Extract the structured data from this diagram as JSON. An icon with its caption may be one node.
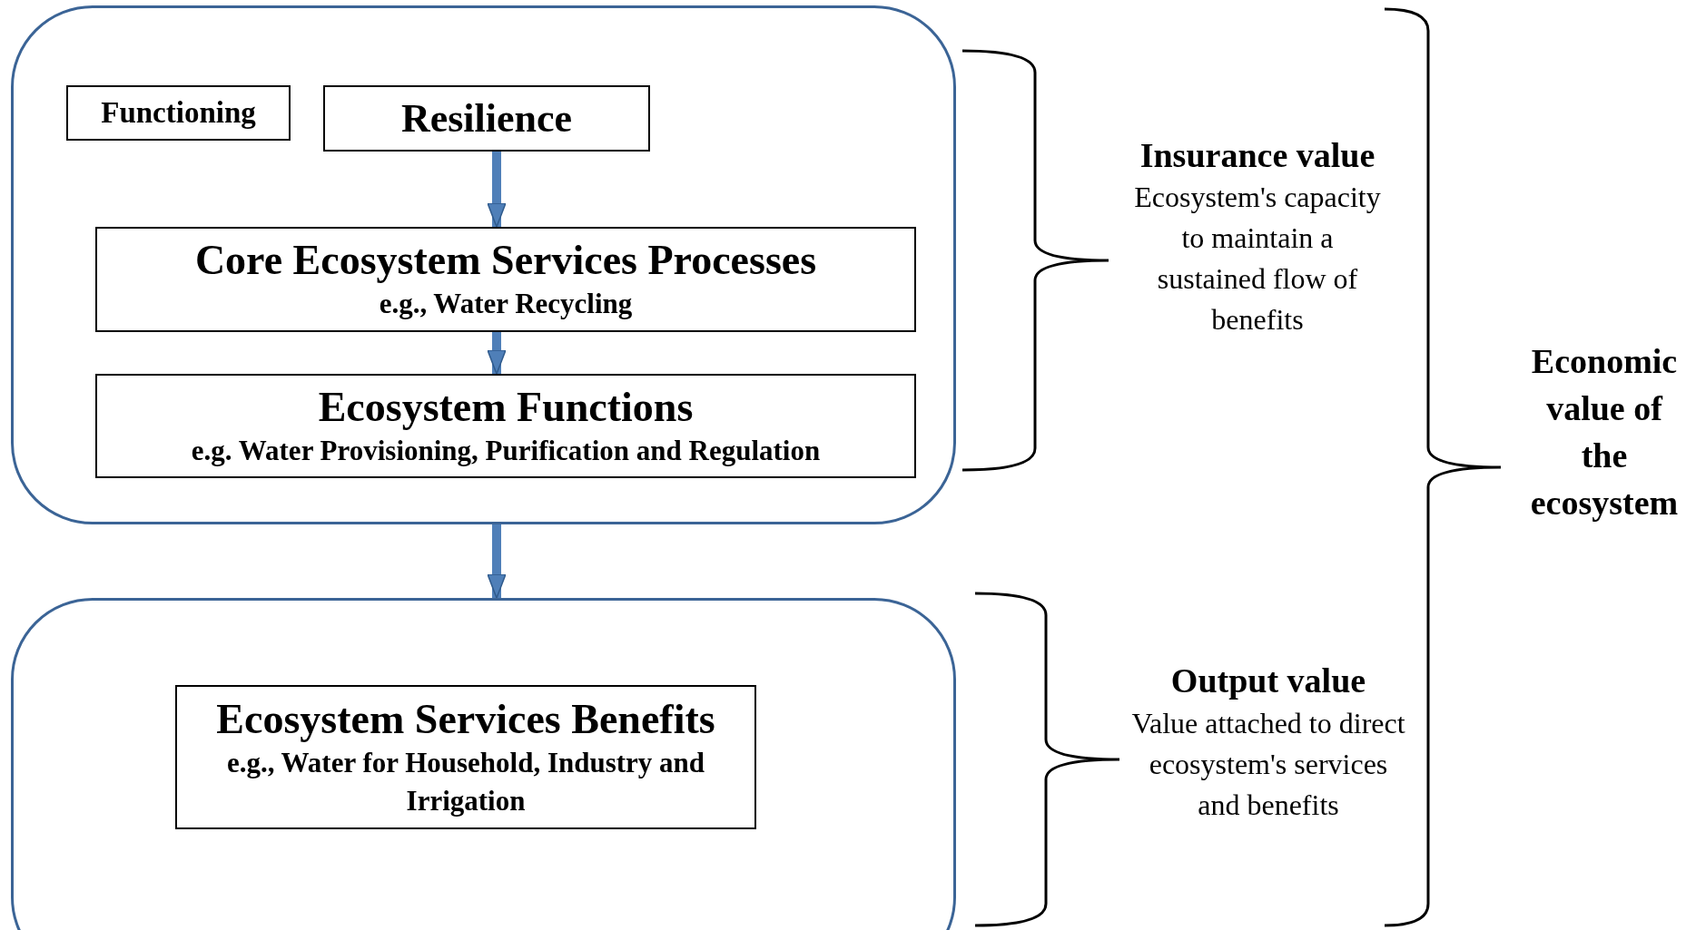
{
  "diagram": {
    "nodes": [
      {
        "text": [],
        "shape": "box"
      },
      {
        "text": [
          "Functioning"
        ],
        "in": 0
      },
      {
        "text": [
          "Resilience"
        ],
        "in": 0
      },
      {
        "text": [
          "Core Ecosystem Services Processes",
          "e.g., Water Recycling"
        ],
        "in": 0
      },
      {
        "text": [
          "Ecosystem Functions",
          "e.g. Water Provisioning, Purification and Regulation"
        ],
        "in": 0
      },
      {
        "text": [],
        "shape": "box"
      },
      {
        "text": [
          "Ecosystem Services Benefits",
          "e.g., Water for Household, Industry and Irrigation"
        ],
        "in": 5
      }
    ],
    "edges": [
      {
        "from": 2,
        "to": 3,
        "arrow": "to"
      },
      {
        "from": 3,
        "to": 4,
        "arrow": "to"
      },
      {
        "from": 0,
        "to": 5,
        "arrow": "to"
      }
    ],
    "labels": [
      "Insurance value",
      "Ecosystem's capacity to maintain a sustained flow of benefits",
      "Output value",
      "Value attached to direct ecosystem's services and benefits",
      "Economic value of the ecosystem"
    ]
  }
}
